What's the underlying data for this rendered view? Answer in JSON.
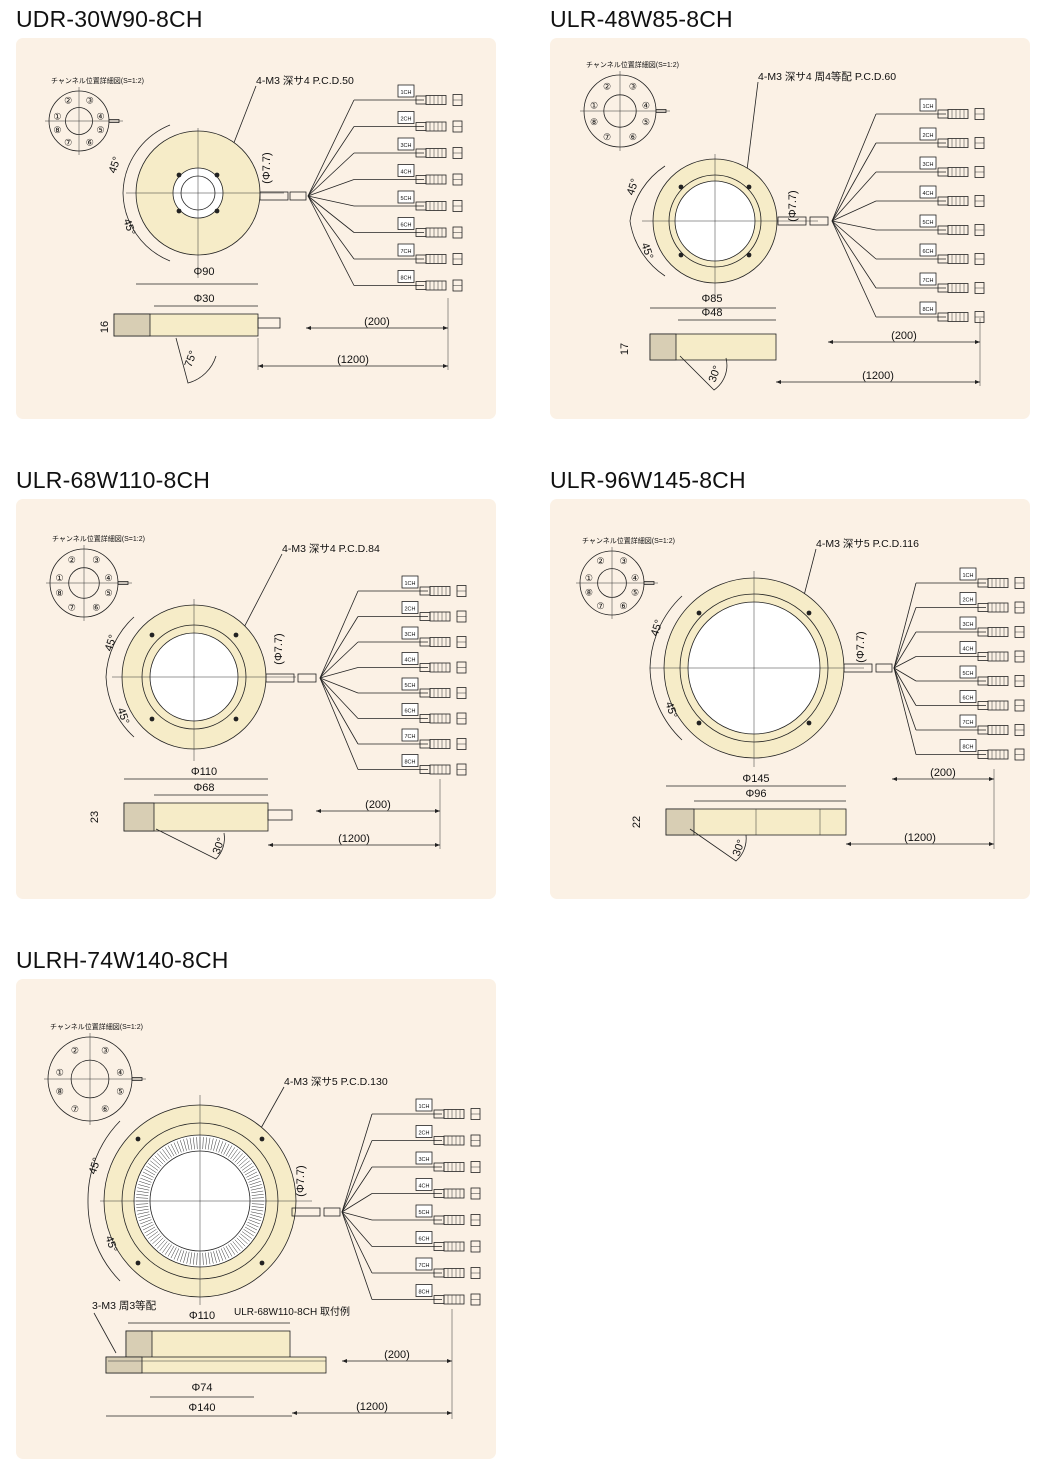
{
  "colors": {
    "panel_bg": "#fbf1e5",
    "part_fill": "#f6ecc8",
    "line": "#222222"
  },
  "common": {
    "channel_detail": "チャンネル位置詳細図(S=1:2)",
    "cable_dia": "(Φ7.7)",
    "len_200": "(200)",
    "len_1200": "(1200)",
    "channels": [
      "1CH",
      "2CH",
      "3CH",
      "4CH",
      "5CH",
      "6CH",
      "7CH",
      "8CH"
    ],
    "circle_nums": [
      "①",
      "②",
      "③",
      "④",
      "⑤",
      "⑥",
      "⑦",
      "⑧"
    ],
    "angle_45": "45°"
  },
  "products": [
    {
      "name": "UDR-30W90-8CH",
      "mount": "4-M3 深サ4 P.C.D.50",
      "outer": "Φ90",
      "inner": "Φ30",
      "height": "16",
      "angle": "75°"
    },
    {
      "name": "ULR-48W85-8CH",
      "mount": "4-M3 深サ4 周4等配 P.C.D.60",
      "outer": "Φ85",
      "inner": "Φ48",
      "height": "17",
      "angle": "30°"
    },
    {
      "name": "ULR-68W110-8CH",
      "mount": "4-M3 深サ4 P.C.D.84",
      "outer": "Φ110",
      "inner": "Φ68",
      "height": "23",
      "angle": "30°"
    },
    {
      "name": "ULR-96W145-8CH",
      "mount": "4-M3 深サ5 P.C.D.116",
      "outer": "Φ145",
      "inner": "Φ96",
      "height": "22",
      "angle": "30°"
    },
    {
      "name": "ULRH-74W140-8CH",
      "mount": "4-M3 深サ5 P.C.D.130",
      "extra_mount": "3-M3 周3等配",
      "example": "ULR-68W110-8CH 取付例",
      "outer": "Φ140",
      "inner": "Φ74",
      "mid": "Φ110"
    }
  ]
}
